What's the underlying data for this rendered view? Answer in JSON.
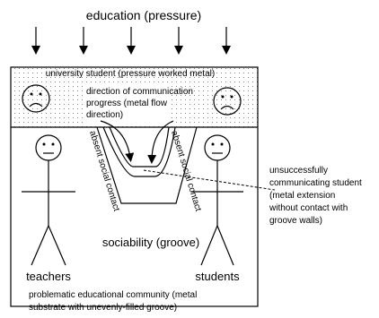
{
  "title": "education (pressure)",
  "top_region_label": "university student (pressure worked metal)",
  "flow_label_lines": [
    "direction of communication",
    "progress (metal flow",
    "direction)"
  ],
  "left_wall_label": "absent social contact",
  "right_wall_label": "absent social contact",
  "groove_label": "sociability (groove)",
  "left_figure_label": "teachers",
  "right_figure_label": "students",
  "bottom_label_lines": [
    "problematic educational community (metal",
    "substrate with unevenly-filled groove)"
  ],
  "side_note_lines": [
    "unsuccessfully",
    "communicating student",
    "(metal extension",
    "without contact with",
    "groove walls)"
  ]
}
